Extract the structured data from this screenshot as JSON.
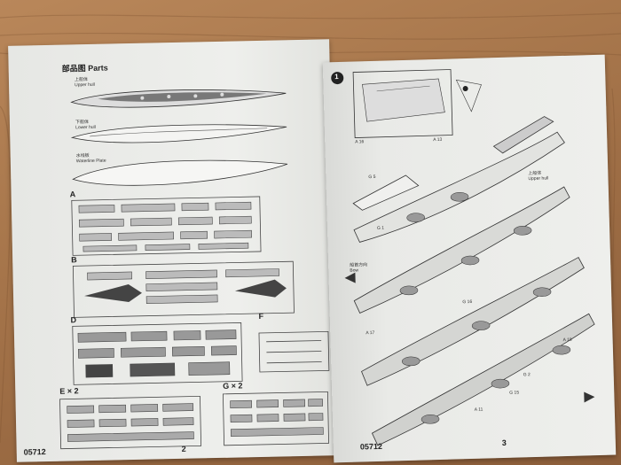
{
  "left_page": {
    "header": "部品图  Parts",
    "upper_hull_label": "上船体\nUpper hull",
    "lower_hull_label": "下船体\nLower hull",
    "waterline_label": "水线板\nWaterline Plate",
    "sprues": [
      "A",
      "B",
      "D",
      "F",
      "E × 2",
      "G × 2"
    ],
    "code": "05712",
    "page_number": "2"
  },
  "right_page": {
    "step_number": "1",
    "callouts": [
      "A 16",
      "A 13",
      "G 5",
      "G 1",
      "A 17",
      "G 16",
      "A 18",
      "G 2",
      "G 15",
      "A 11"
    ],
    "upper_hull_text": "上船体\nUpper hull",
    "bow_text": "船首方向\nBow",
    "code": "05712",
    "page_number": "3"
  }
}
